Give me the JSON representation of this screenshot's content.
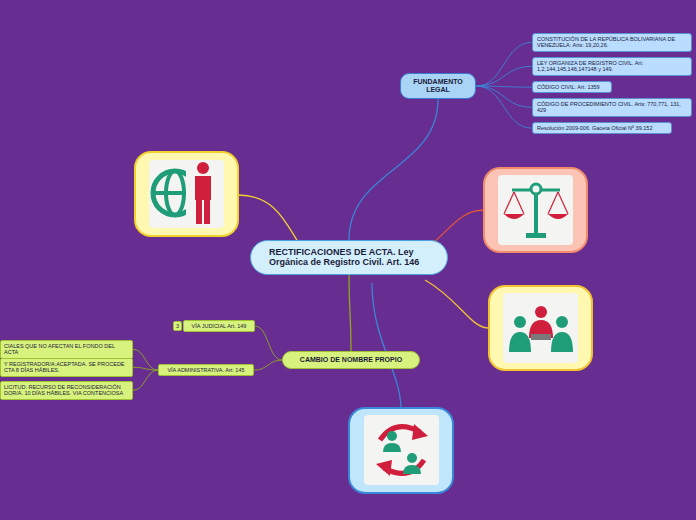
{
  "diagram": {
    "nodes": [
      {
        "text": [
          "RECTIFICACIONES DE ACTA. Ley Orgánica de Registro Civil. Art. 146"
        ]
      },
      {
        "text": [
          "FUNDAMENTO LEGAL"
        ]
      },
      {
        "text": [
          "CONSTITUCIÓN DE LA REPÚBLICA BOLIVARIANA DE VENEZUELA: Arts: 19,20,26."
        ]
      },
      {
        "text": [
          "LEY ORGANIZA DE REGISTRO CIVIL. Art: 1,2,144,145,146,147148 y 149."
        ]
      },
      {
        "text": [
          "CÓDIGO CIVIL: Art: 1359"
        ]
      },
      {
        "text": [
          "CÓDIGO DE PROCEDIMIENTO CIVIL. Arts: 770,771, 131, 429"
        ]
      },
      {
        "text": [
          "Resolución 2009-006. Gaceta Oficial Nº 39.152"
        ]
      },
      {
        "text": [
          "CAMBIO DE NOMBRE PROPIO"
        ]
      },
      {
        "text": [
          "VÍA JUDICIAL Art. 149"
        ]
      },
      {
        "text": [
          "VÍA ADMINISTRATIVA. Art: 145"
        ]
      },
      {
        "text": [
          "CIALES QUE NO AFECTAN EL FONDO DEL ACTA"
        ]
      },
      {
        "text": [
          "Y REGISTRADOR/A:ACEPTADA. SE PROCEDE CTA 8 DÍAS HÁBILES."
        ]
      },
      {
        "text": [
          "LICITUD: RECURSO DE RECONSIDERACIÓN DOR/A. 10 DÍAS HÁBILES. VIA CONTENCIOSA"
        ]
      }
    ],
    "edges": [
      {
        "from": 0,
        "to": 1,
        "arrow": "none"
      },
      {
        "from": 1,
        "to": 2,
        "arrow": "none"
      },
      {
        "from": 1,
        "to": 3,
        "arrow": "none"
      },
      {
        "from": 1,
        "to": 4,
        "arrow": "none"
      },
      {
        "from": 1,
        "to": 5,
        "arrow": "none"
      },
      {
        "from": 1,
        "to": 6,
        "arrow": "none"
      },
      {
        "from": 0,
        "to": 7,
        "arrow": "none"
      },
      {
        "from": 7,
        "to": 8,
        "arrow": "none"
      },
      {
        "from": 7,
        "to": 9,
        "arrow": "none"
      },
      {
        "from": 9,
        "to": 10,
        "arrow": "none"
      },
      {
        "from": 9,
        "to": 11,
        "arrow": "none"
      },
      {
        "from": 9,
        "to": 12,
        "arrow": "none"
      }
    ],
    "labels": [
      "3"
    ]
  }
}
